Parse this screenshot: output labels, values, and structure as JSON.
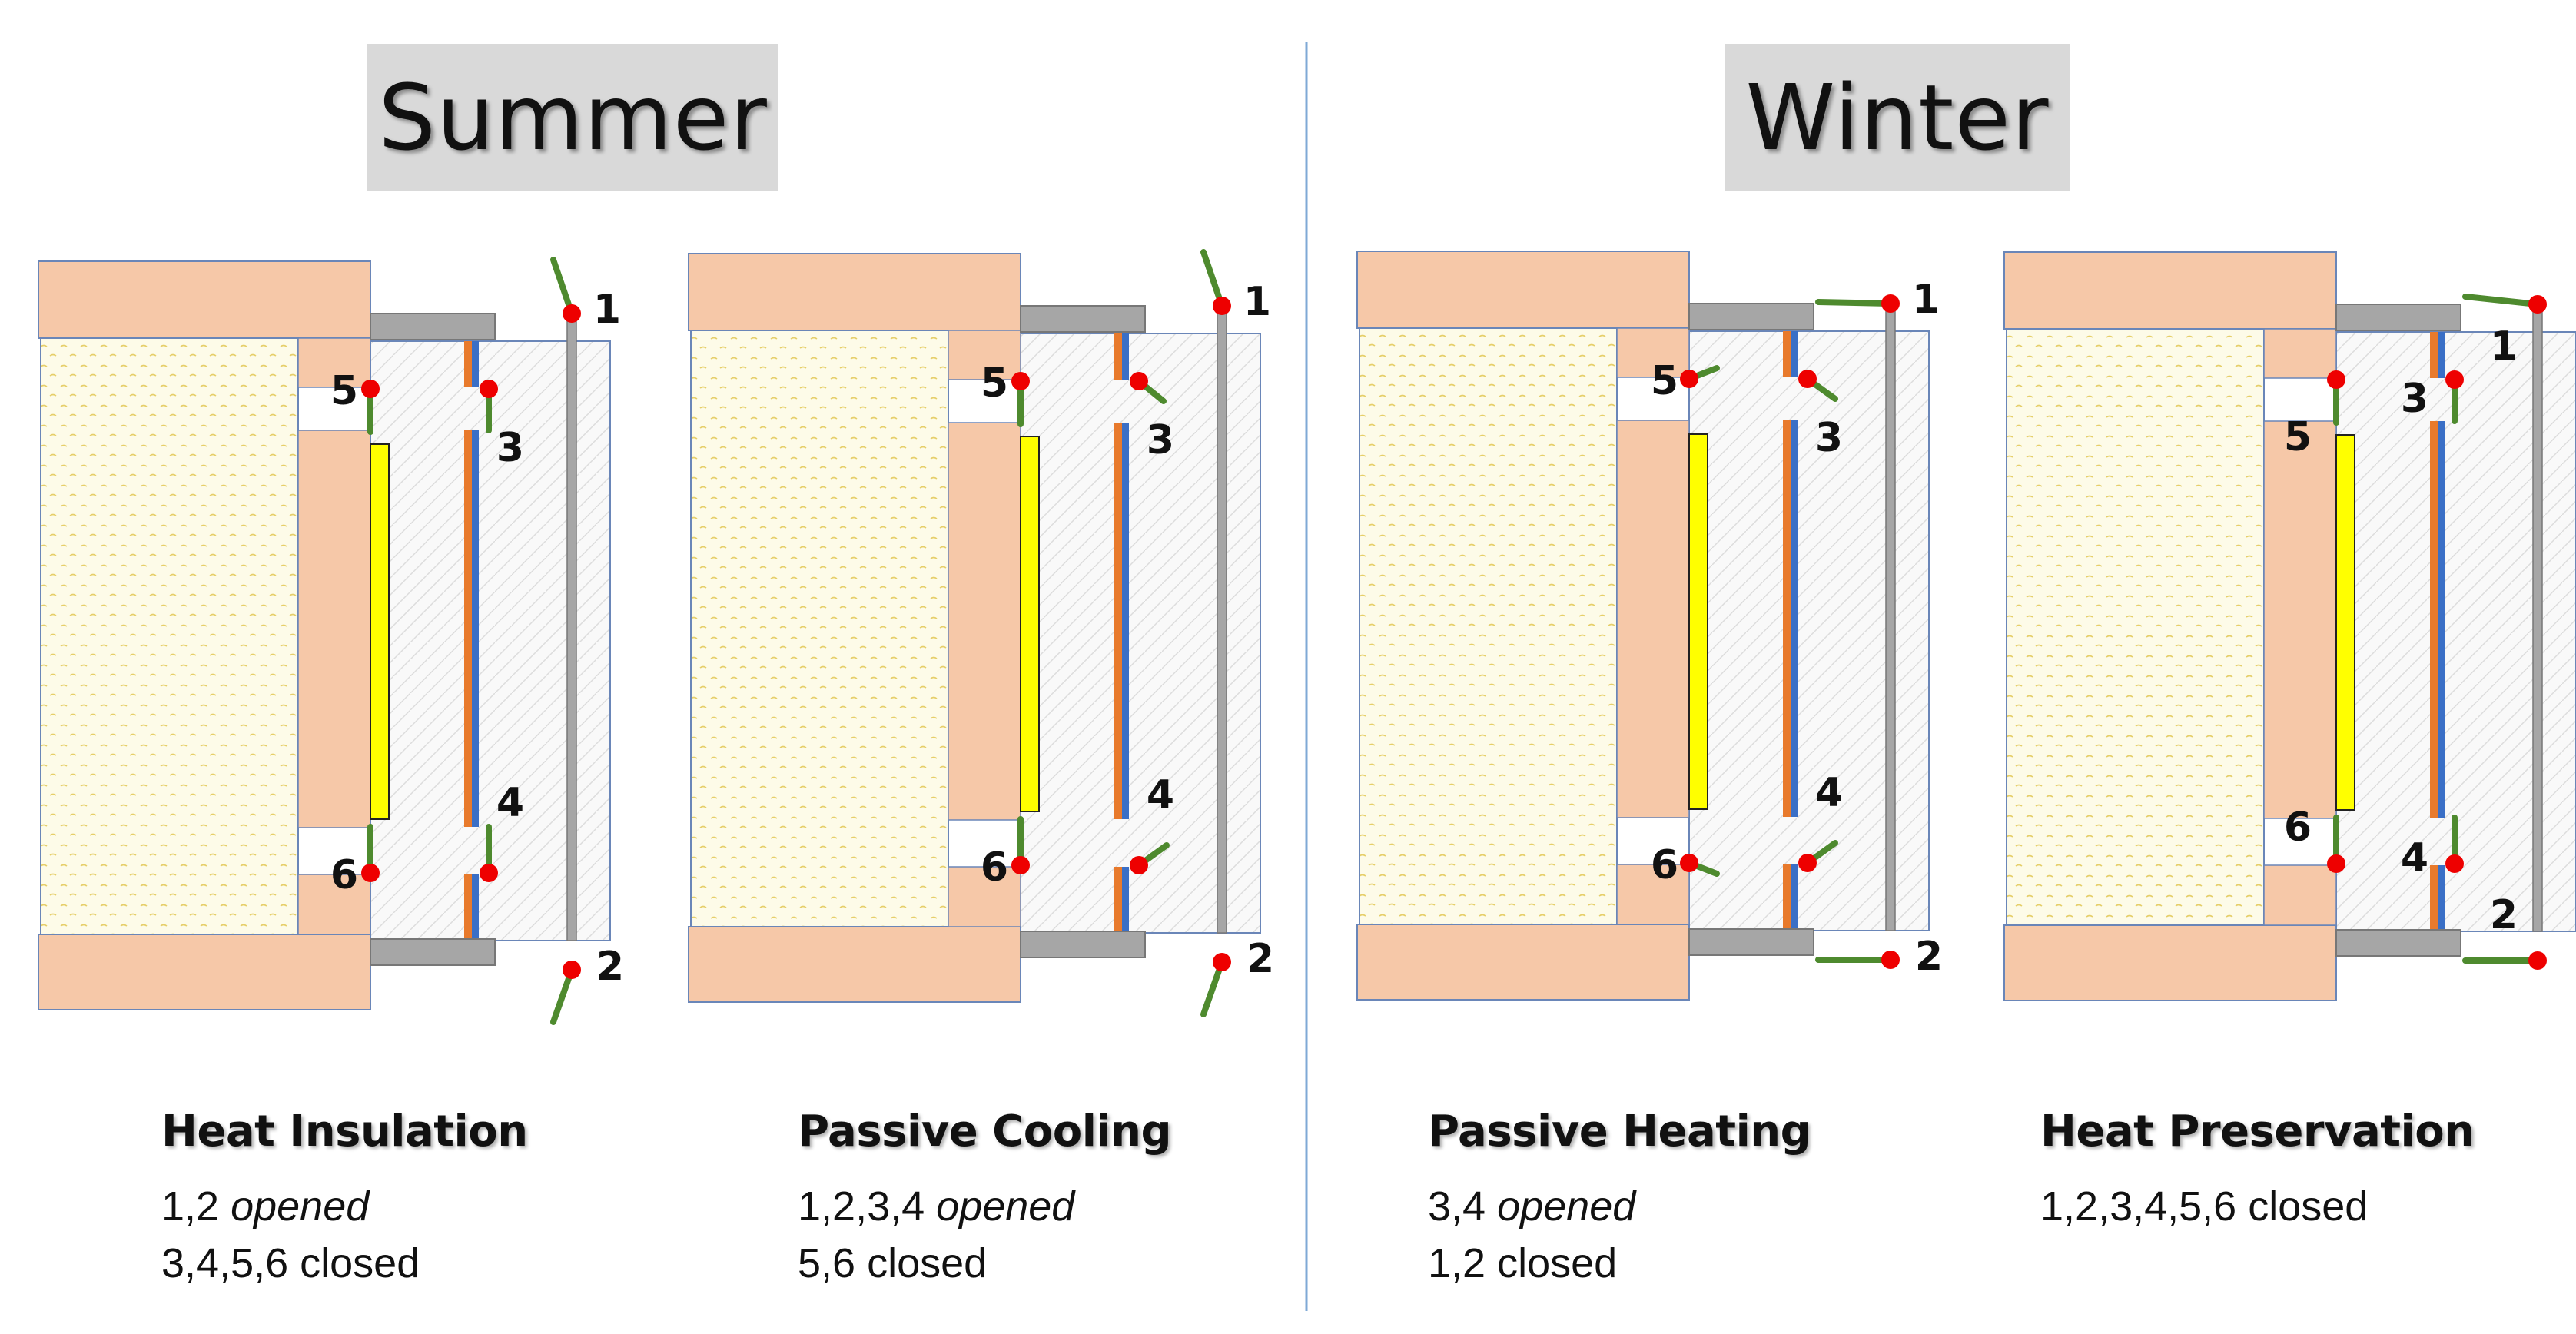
{
  "seasons": {
    "summer": "Summer",
    "winter": "Winter"
  },
  "modes": [
    {
      "title": "Heat Insulation",
      "line1_a": "1,2 ",
      "line1_b": "opened",
      "line2_a": "3,4,5,6 closed",
      "line2_b": ""
    },
    {
      "title": "Passive Cooling",
      "line1_a": "1,2,3,4 ",
      "line1_b": "opened",
      "line2_a": "5,6 closed",
      "line2_b": ""
    },
    {
      "title": "Passive Heating",
      "line1_a": "3,4 ",
      "line1_b": "opened",
      "line2_a": "1,2 closed",
      "line2_b": ""
    },
    {
      "title": "Heat Preservation",
      "line1_a": "1,2,3,4,5,6 closed",
      "line1_b": "",
      "line2_a": "",
      "line2_b": ""
    }
  ],
  "vent_labels": [
    "1",
    "2",
    "3",
    "4",
    "5",
    "6"
  ],
  "diagram_states": [
    {
      "vents_open": [
        "1",
        "2"
      ],
      "vents_closed": [
        "3",
        "4",
        "5",
        "6"
      ]
    },
    {
      "vents_open": [
        "1",
        "2",
        "3",
        "4"
      ],
      "vents_closed": [
        "5",
        "6"
      ]
    },
    {
      "vents_open": [
        "3",
        "4"
      ],
      "vents_closed": [
        "1",
        "2"
      ]
    },
    {
      "vents_open": [],
      "vents_closed": [
        "1",
        "2",
        "3",
        "4",
        "5",
        "6"
      ]
    }
  ],
  "colors": {
    "brick": "#f6c8a8",
    "insulation": "#fdfbe6",
    "absorber": "#ffff00",
    "glass_orange": "#e87a2c",
    "glass_blue": "#3a6fc6",
    "vent_flap": "#4e8a2e",
    "hinge": "#ee0000",
    "frame": "#a6a6a6",
    "divider": "#7fa9d6"
  }
}
